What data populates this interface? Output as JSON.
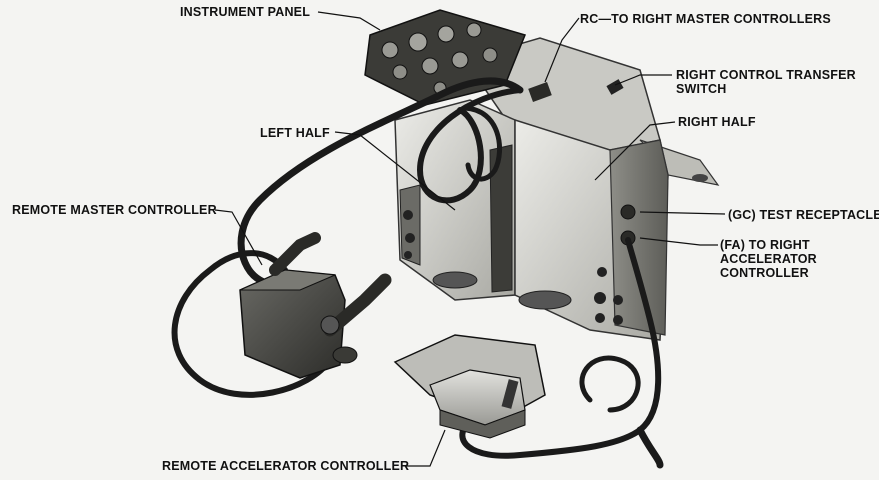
{
  "figure": {
    "labels": {
      "instrument_panel": "INSTRUMENT PANEL",
      "rc_right_master": "RC—TO RIGHT MASTER CONTROLLERS",
      "right_transfer_switch_1": "RIGHT CONTROL TRANSFER",
      "right_transfer_switch_2": "SWITCH",
      "left_half": "LEFT HALF",
      "right_half": "RIGHT HALF",
      "remote_master_controller": "REMOTE MASTER CONTROLLER",
      "gc_test_receptacle": "(GC) TEST RECEPTACLE",
      "fa_line_1": "(FA) TO RIGHT",
      "fa_line_2": "ACCELERATOR",
      "fa_line_3": "CONTROLLER",
      "remote_accelerator_controller": "REMOTE ACCELERATOR CONTROLLER"
    },
    "colors": {
      "ink": "#111111",
      "paper": "#f4f4f2",
      "metal_light": "#d8d8d4",
      "metal_mid": "#a9a9a4",
      "metal_dark": "#5a5a56",
      "cable": "#1a1a1a",
      "panel": "#3a3a36"
    }
  }
}
